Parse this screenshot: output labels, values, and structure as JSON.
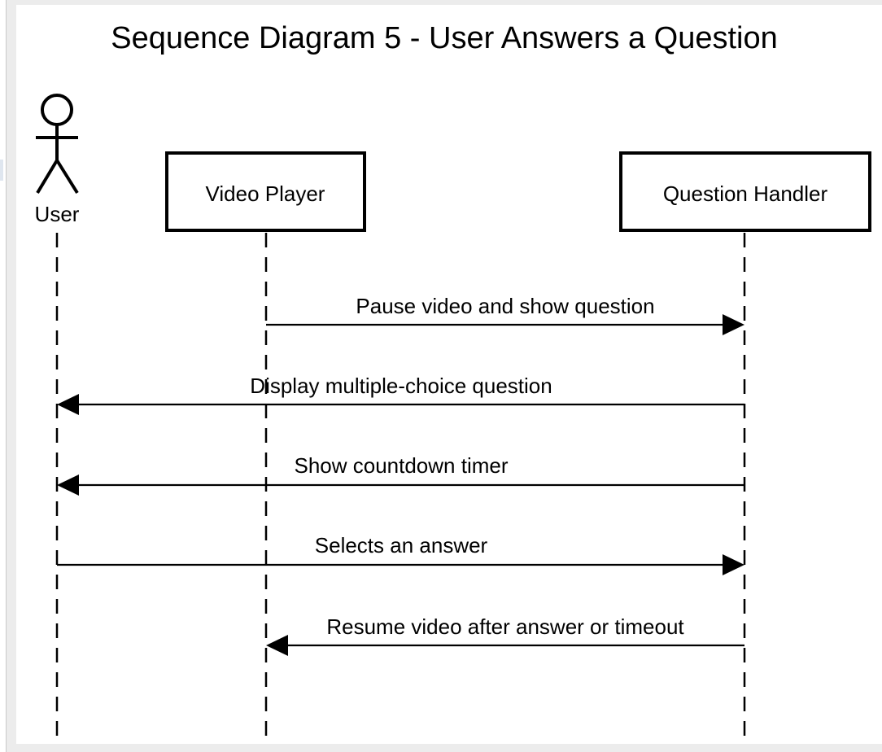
{
  "diagram": {
    "title": "Sequence Diagram 5 - User Answers a Question",
    "participants": [
      {
        "id": "user",
        "label": "User",
        "kind": "actor"
      },
      {
        "id": "video-player",
        "label": "Video Player",
        "kind": "box"
      },
      {
        "id": "question-handler",
        "label": "Question Handler",
        "kind": "box"
      }
    ],
    "messages": [
      {
        "from": "video-player",
        "to": "question-handler",
        "label": "Pause video and show question"
      },
      {
        "from": "question-handler",
        "to": "user",
        "label": "Display multiple-choice question"
      },
      {
        "from": "question-handler",
        "to": "user",
        "label": "Show countdown timer"
      },
      {
        "from": "user",
        "to": "question-handler",
        "label": "Selects an answer"
      },
      {
        "from": "question-handler",
        "to": "video-player",
        "label": "Resume video after answer or timeout"
      }
    ]
  }
}
